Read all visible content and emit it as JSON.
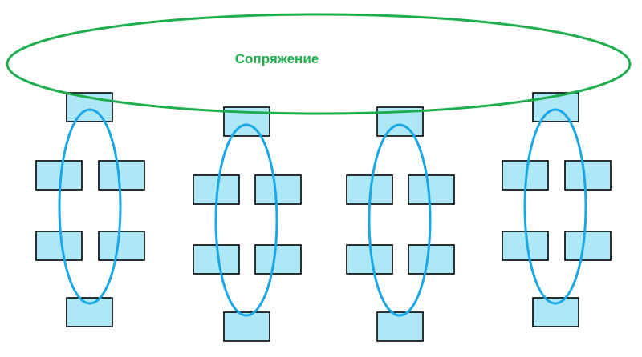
{
  "diagram": {
    "label": "Сопряжение",
    "colors": {
      "box_fill": "#aee8f7",
      "box_stroke": "#000000",
      "group_ellipse": "#1aa7e6",
      "outer_ellipse": "#1fae4e",
      "label": "#1fae4e"
    },
    "groups": [
      {
        "id": "group-1",
        "boxes": 6
      },
      {
        "id": "group-2",
        "boxes": 6
      },
      {
        "id": "group-3",
        "boxes": 6
      },
      {
        "id": "group-4",
        "boxes": 6
      }
    ]
  }
}
